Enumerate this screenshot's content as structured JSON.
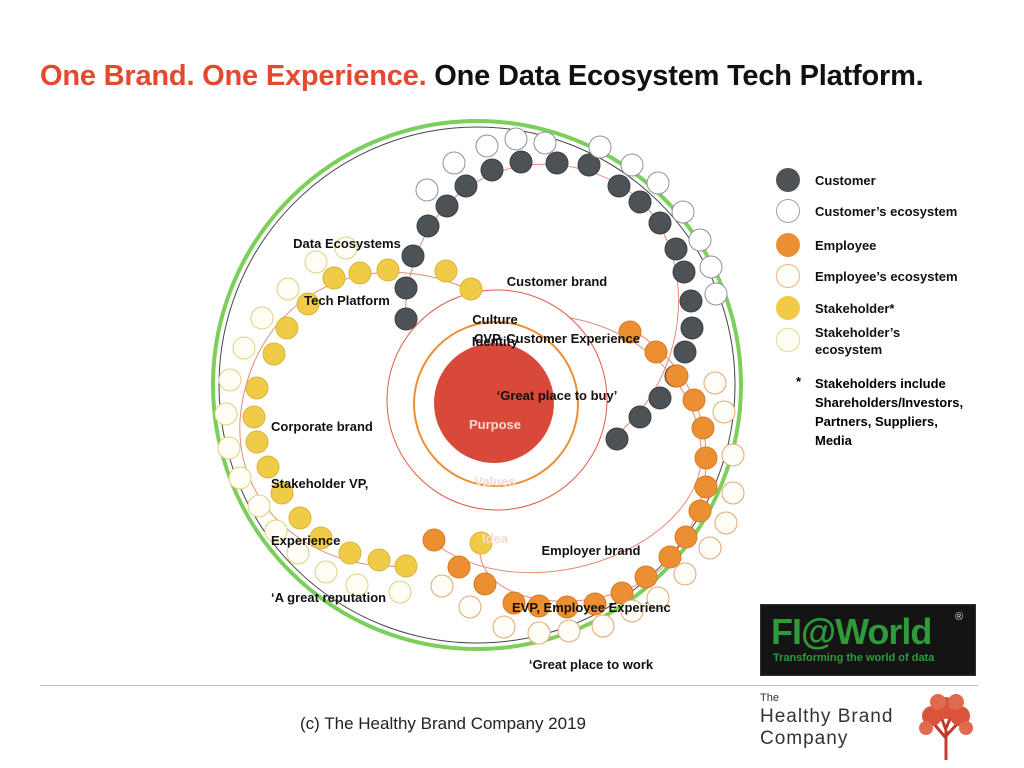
{
  "title": {
    "part_red": "One Brand. One Experience.",
    "part_black": " One Data Ecosystem Tech Platform."
  },
  "colors": {
    "accent_red": "#e2492f",
    "customer": "#4d5257",
    "customer_ecosystem": "#ffffff",
    "employee": "#ec8f33",
    "employee_ecosystem": "#fffdf8",
    "stakeholder": "#f0cb47",
    "stakeholder_ecosystem": "#fffef4",
    "outer_ring": "#7ccf5a",
    "core": "#d9493a"
  },
  "diagram": {
    "platform_label": [
      "Data Ecosystems",
      "Tech Platform"
    ],
    "customer_label": [
      "Customer brand",
      "CVP, Customer Experience",
      "‘Great place to buy’"
    ],
    "corporate_label": [
      "Corporate brand",
      "Stakeholder VP,",
      "Experience",
      "‘A great reputation"
    ],
    "employer_label": [
      "Employer brand",
      "EVP, Employee Experienc",
      "‘Great place to work"
    ],
    "culture": "Culture",
    "identity": "Identity",
    "core_lines": [
      "Purpose",
      "Values",
      "Idea"
    ]
  },
  "legend": [
    {
      "icon": "customer-dot",
      "label": "Customer"
    },
    {
      "icon": "customer-ecosystem-dot",
      "label": "Customer’s ecosystem"
    },
    {
      "icon": "employee-dot",
      "label": "Employee"
    },
    {
      "icon": "employee-ecosystem-dot",
      "label": "Employee’s ecosystem"
    },
    {
      "icon": "stakeholder-dot",
      "label": "Stakeholder*"
    },
    {
      "icon": "stakeholder-ecosystem-dot",
      "label": "Stakeholder’s\necosystem"
    }
  ],
  "note": {
    "star": "*",
    "text": "Stakeholders include\nShareholders/Investors,\nPartners, Suppliers,\nMedia"
  },
  "footer": "(c) The Healthy Brand Company 2019",
  "fiworld_logo": {
    "main": "FI@World",
    "reg": "®",
    "tagline": "Transforming the world of data"
  },
  "healthy_brand_logo": {
    "small": "The",
    "line1": "Healthy Brand",
    "line2": "Company"
  }
}
